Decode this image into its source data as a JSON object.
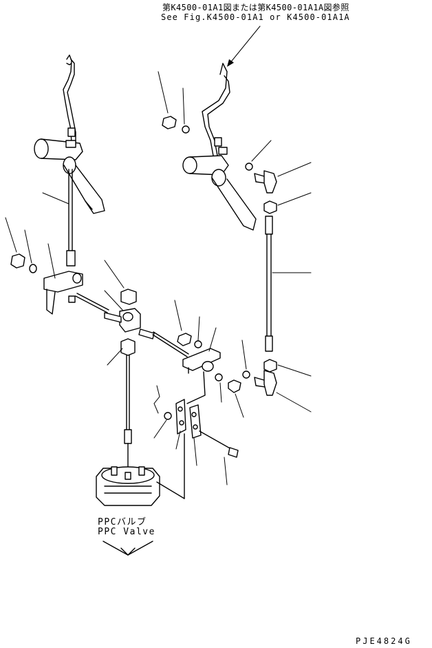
{
  "reference_note": {
    "japanese": "第K4500-01A1図または第K4500-01A1A図参照",
    "english": "See Fig.K4500-01A1 or K4500-01A1A"
  },
  "component_label": {
    "japanese": "PPCバルブ",
    "english": "PPC Valve"
  },
  "drawing_number": "PJE4824G",
  "colors": {
    "line": "#000000",
    "background": "#ffffff"
  }
}
